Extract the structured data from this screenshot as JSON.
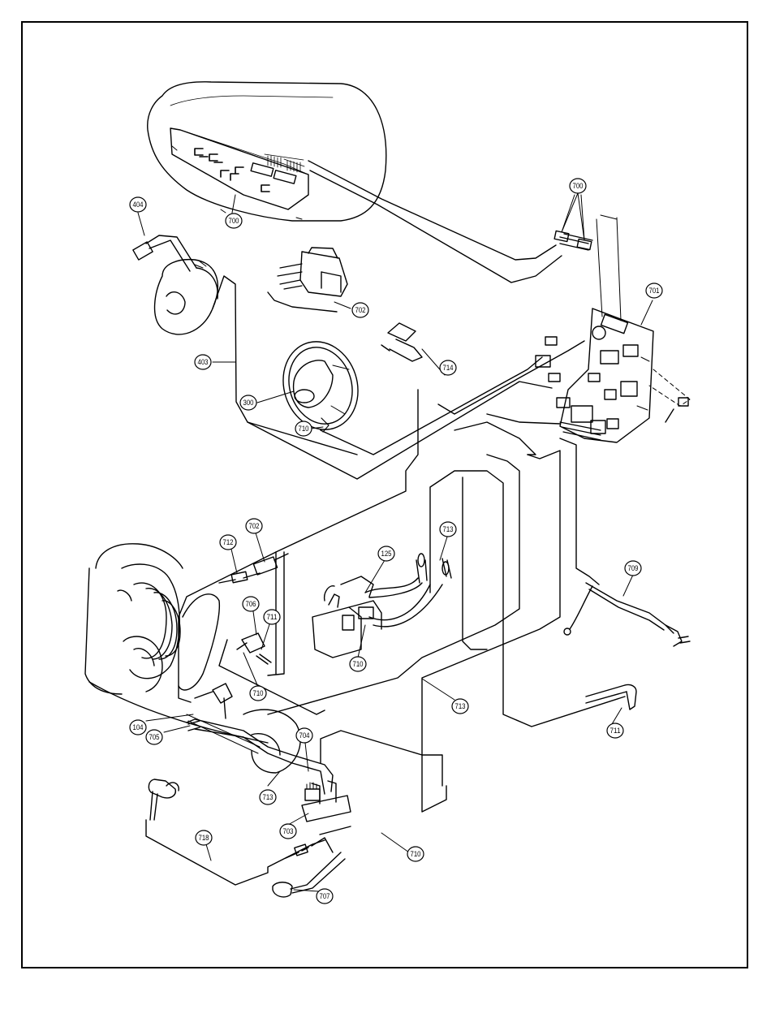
{
  "diagram": {
    "colors": {
      "ink": "#000000",
      "paper": "#ffffff"
    },
    "callouts": [
      {
        "id": "c404",
        "label": "404"
      },
      {
        "id": "c700a",
        "label": "700"
      },
      {
        "id": "c700b",
        "label": "700"
      },
      {
        "id": "c702a",
        "label": "702"
      },
      {
        "id": "c701",
        "label": "701"
      },
      {
        "id": "c403",
        "label": "403"
      },
      {
        "id": "c714",
        "label": "714"
      },
      {
        "id": "c300",
        "label": "300"
      },
      {
        "id": "c710a",
        "label": "710"
      },
      {
        "id": "c713a",
        "label": "713"
      },
      {
        "id": "c125",
        "label": "125"
      },
      {
        "id": "c712",
        "label": "712"
      },
      {
        "id": "c702b",
        "label": "702"
      },
      {
        "id": "c706",
        "label": "706"
      },
      {
        "id": "c711a",
        "label": "711"
      },
      {
        "id": "c709",
        "label": "709"
      },
      {
        "id": "c710b",
        "label": "710"
      },
      {
        "id": "c710c",
        "label": "710"
      },
      {
        "id": "c713b",
        "label": "713"
      },
      {
        "id": "c104",
        "label": "104"
      },
      {
        "id": "c705",
        "label": "705"
      },
      {
        "id": "c704",
        "label": "704"
      },
      {
        "id": "c711b",
        "label": "711"
      },
      {
        "id": "c713c",
        "label": "713"
      },
      {
        "id": "c718",
        "label": "718"
      },
      {
        "id": "c703",
        "label": "703"
      },
      {
        "id": "c710d",
        "label": "710"
      },
      {
        "id": "c707",
        "label": "707"
      }
    ]
  }
}
